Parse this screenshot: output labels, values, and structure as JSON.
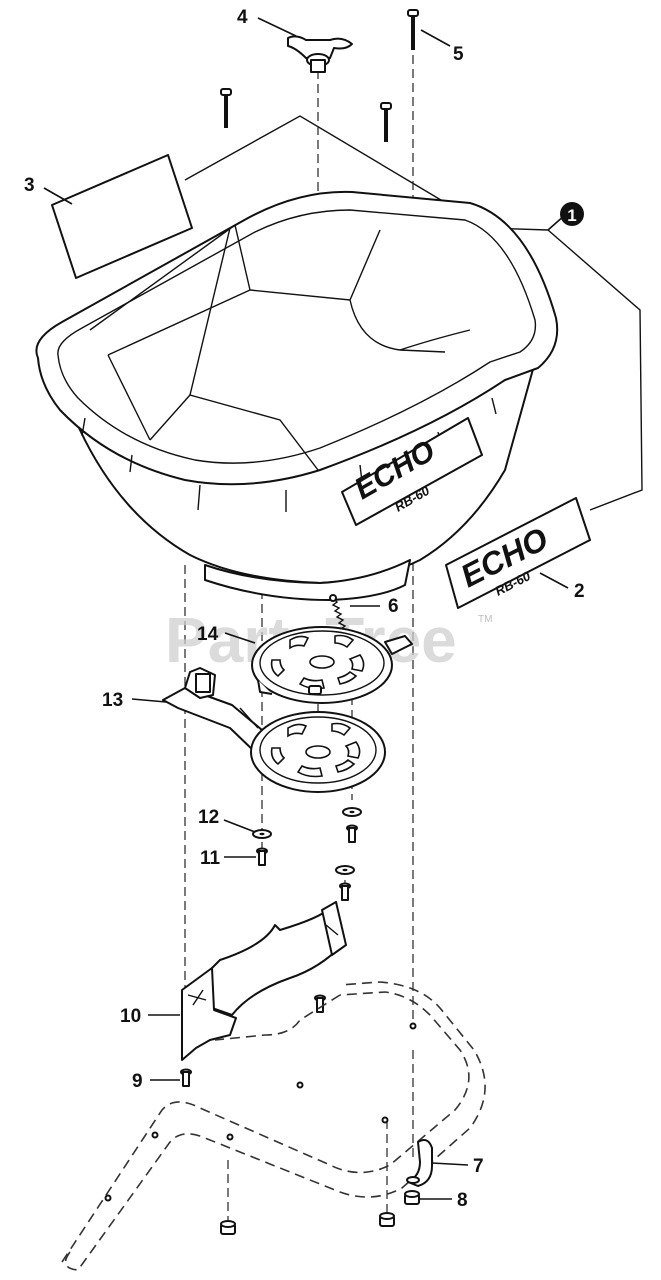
{
  "watermark": {
    "text": "PartsTree",
    "tm": "TM"
  },
  "decal_text": {
    "brand": "ECHO",
    "model": "RB-60"
  },
  "callouts": {
    "c1": "1",
    "c2": "2",
    "c3": "3",
    "c4": "4",
    "c5": "5",
    "c6": "6",
    "c7": "7",
    "c8": "8",
    "c9": "9",
    "c10": "10",
    "c11": "11",
    "c12": "12",
    "c13": "13",
    "c14": "14"
  }
}
